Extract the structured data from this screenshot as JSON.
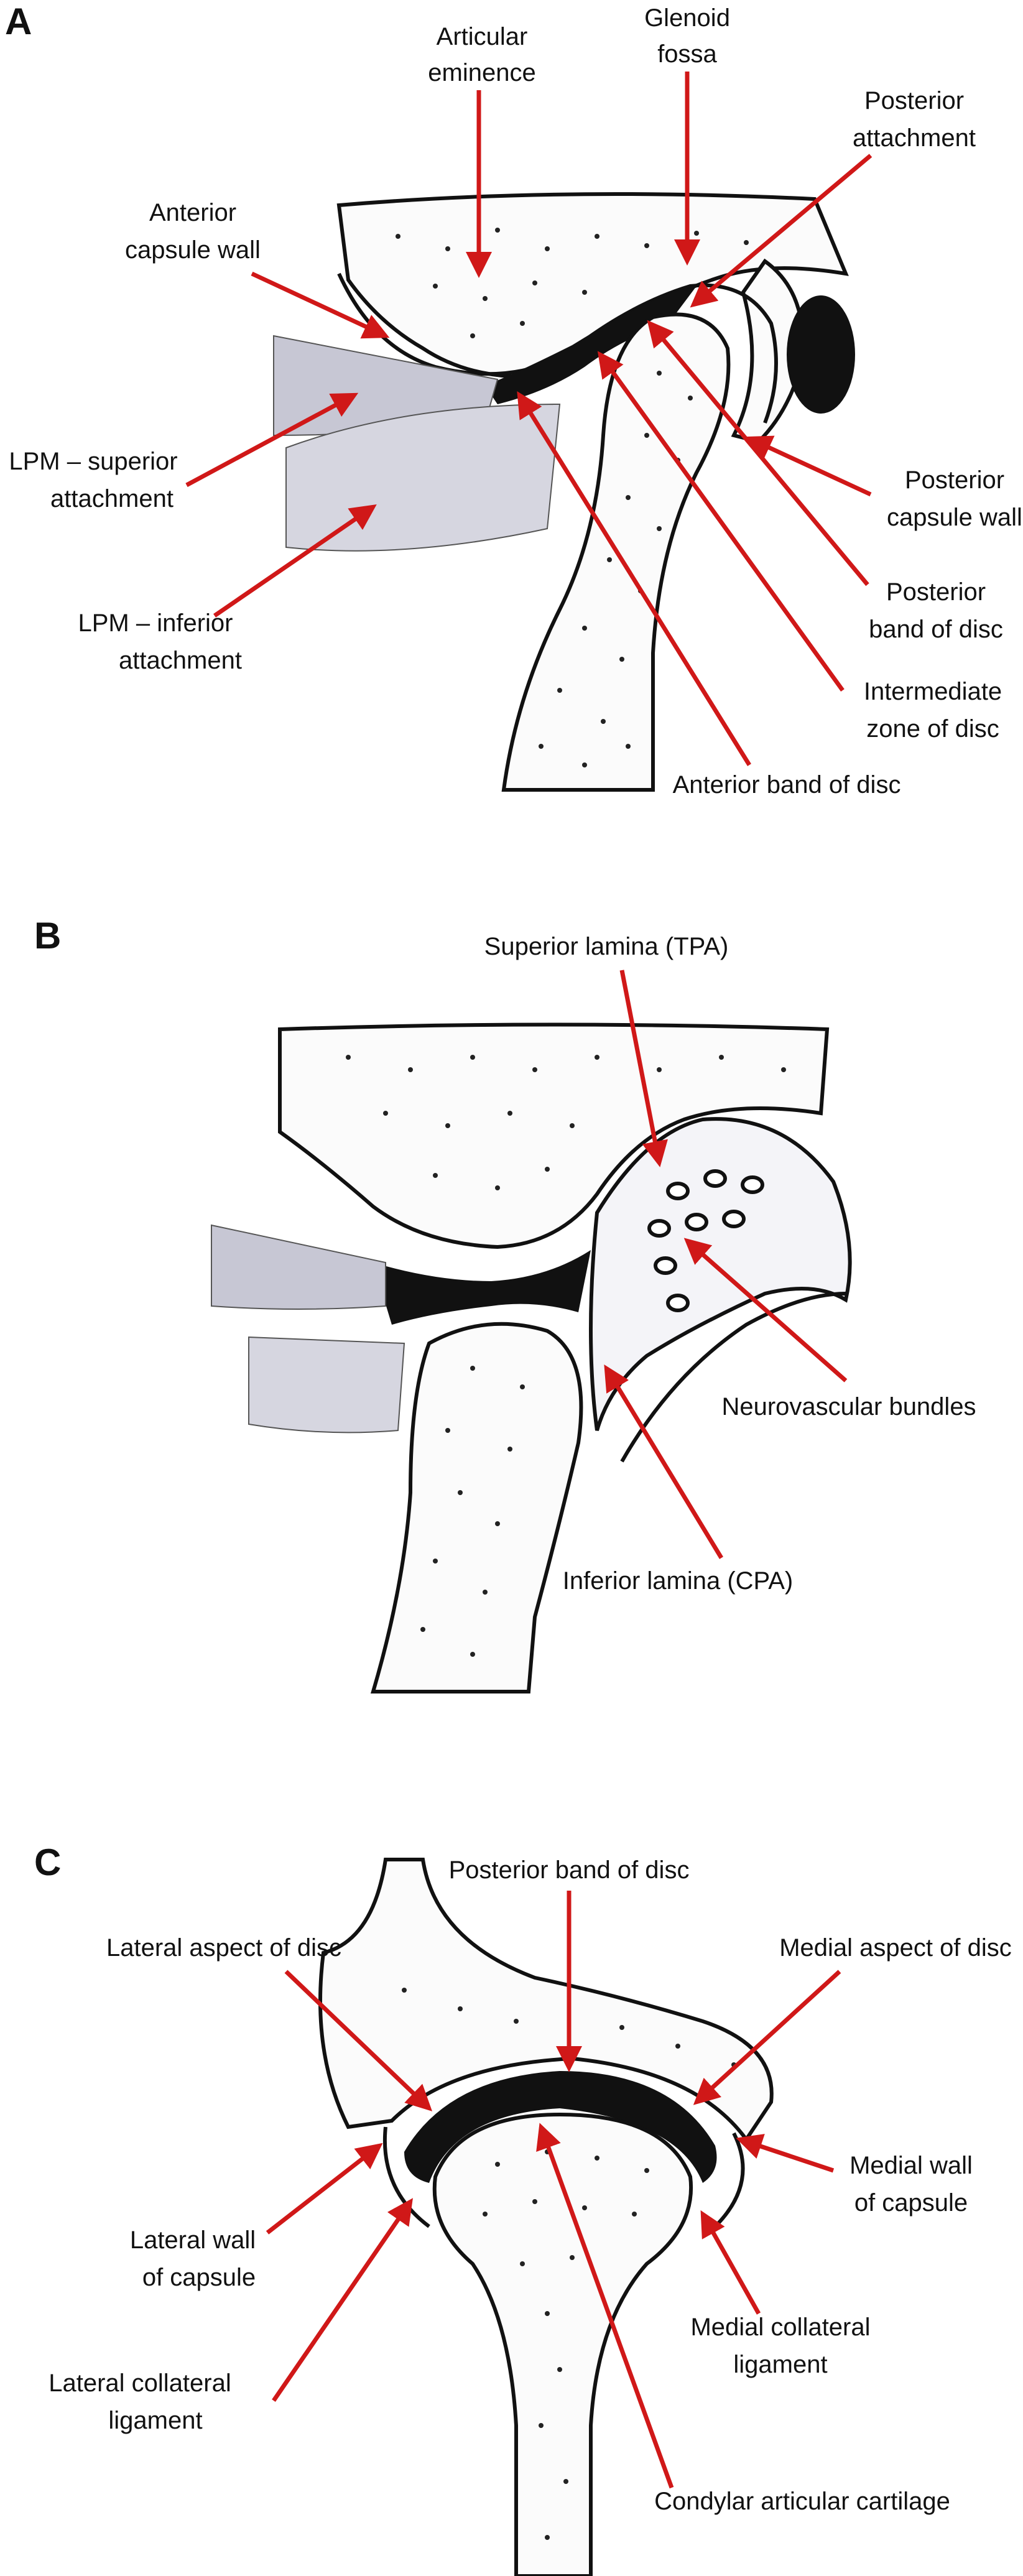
{
  "panels": {
    "a": {
      "letter": "A",
      "labels": {
        "articular_eminence": [
          "Articular",
          "eminence"
        ],
        "glenoid_fossa": [
          "Glenoid",
          "fossa"
        ],
        "posterior_attachment": [
          "Posterior",
          "attachment"
        ],
        "anterior_capsule_wall": [
          "Anterior",
          "capsule wall"
        ],
        "lpm_superior": [
          "LPM – superior",
          "attachment"
        ],
        "posterior_capsule_wall": [
          "Posterior",
          "capsule wall"
        ],
        "lpm_inferior": [
          "LPM – inferior",
          "attachment"
        ],
        "posterior_band": [
          "Posterior",
          "band of disc"
        ],
        "intermediate_zone": [
          "Intermediate",
          "zone of disc"
        ],
        "anterior_band": [
          "Anterior band of disc"
        ]
      }
    },
    "b": {
      "letter": "B",
      "labels": {
        "superior_lamina": [
          "Superior lamina (TPA)"
        ],
        "neurovascular": [
          "Neurovascular bundles"
        ],
        "inferior_lamina": [
          "Inferior lamina (CPA)"
        ]
      }
    },
    "c": {
      "letter": "C",
      "labels": {
        "posterior_band": [
          "Posterior band of disc"
        ],
        "lateral_aspect": [
          "Lateral aspect of disc"
        ],
        "medial_aspect": [
          "Medial aspect of disc"
        ],
        "medial_wall": [
          "Medial wall",
          "of capsule"
        ],
        "lateral_wall": [
          "Lateral wall",
          "of capsule"
        ],
        "medial_collateral": [
          "Medial collateral",
          "ligament"
        ],
        "lateral_collateral": [
          "Lateral collateral",
          "ligament"
        ],
        "condylar_cartilage": [
          "Condylar articular cartilage"
        ]
      }
    }
  },
  "colors": {
    "arrow": "#d01818",
    "ink": "#111111",
    "muscle": "#6a6a7a"
  }
}
